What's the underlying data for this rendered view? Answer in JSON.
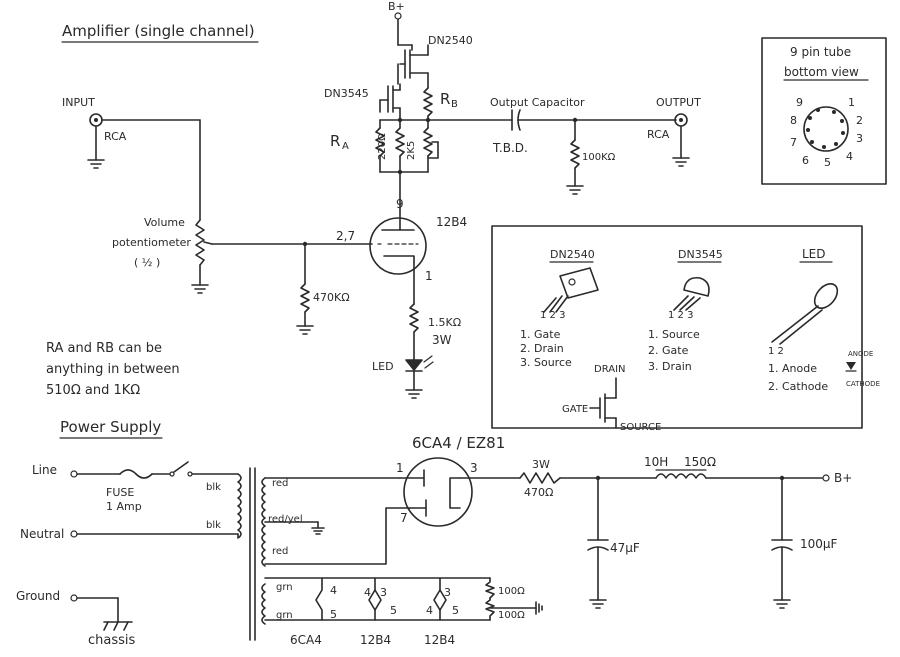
{
  "titles": {
    "amplifier": "Amplifier (single channel)",
    "power_supply": "Power Supply"
  },
  "amp": {
    "b_plus_top": "B+",
    "dn2540": "DN2540",
    "dn3545": "DN3545",
    "rb": "R",
    "rb_sub": "B",
    "ra": "R",
    "ra_sub": "A",
    "r220": "220Ω",
    "r2k5": "2K5",
    "output_cap": "Output Capacitor",
    "tbd": "T.B.D.",
    "r100k": "100KΩ",
    "input": "INPUT",
    "rca_in": "RCA",
    "output": "OUTPUT",
    "rca_out": "RCA",
    "vol1": "Volume",
    "vol2": "potentiometer",
    "vol3": "( ½ )",
    "pin27": "2,7",
    "pin9": "9",
    "pin1": "1",
    "tube": "12B4",
    "r470k": "470KΩ",
    "r15k": "1.5KΩ",
    "r15k_w": "3W",
    "led": "LED",
    "note1": "RA and RB can be",
    "note2": "anything in between",
    "note3": "510Ω and 1KΩ"
  },
  "pinout": {
    "title1": "9 pin tube",
    "title2": "bottom view",
    "pins": [
      "1",
      "2",
      "3",
      "4",
      "5",
      "6",
      "7",
      "8",
      "9"
    ]
  },
  "legend": {
    "dn2540_title": "DN2540",
    "dn2540_pins": [
      "1. Gate",
      "2. Drain",
      "3. Source"
    ],
    "dn2540_nums": "1 2 3",
    "dn3545_title": "DN3545",
    "dn3545_pins": [
      "1. Source",
      "2. Gate",
      "3. Drain"
    ],
    "dn3545_nums": "1 2 3",
    "led_title": "LED",
    "led_pins": [
      "1. Anode",
      "2. Cathode"
    ],
    "led_nums": "1 2",
    "anode": "ANODE",
    "cathode": "CATHODE",
    "drain": "DRAIN",
    "gate": "GATE",
    "source": "SOURCE"
  },
  "ps": {
    "line": "Line",
    "neutral": "Neutral",
    "ground": "Ground",
    "chassis": "chassis",
    "fuse1": "FUSE",
    "fuse2": "1 Amp",
    "blk1": "blk",
    "blk2": "blk",
    "red1": "red",
    "redyel": "red/yel",
    "red2": "red",
    "grn1": "grn",
    "grn2": "grn",
    "rect": "6CA4 / EZ81",
    "rect_p1": "1",
    "rect_p3": "3",
    "rect_p7": "7",
    "r3w": "3W",
    "r470": "470Ω",
    "ind": "10H",
    "ind_r": "150Ω",
    "bplus": "B+",
    "c47": "47µF",
    "c100": "100µF",
    "h1": "6CA4",
    "h2": "12B4",
    "h3": "12B4",
    "h_p4a": "4",
    "h_p5a": "5",
    "h_p3b": "3",
    "h_p4b": "4",
    "h_p5b": "5",
    "h_p3c": "3",
    "h_p4c": "4",
    "h_p5c": "5",
    "r100a": "100Ω",
    "r100b": "100Ω"
  }
}
